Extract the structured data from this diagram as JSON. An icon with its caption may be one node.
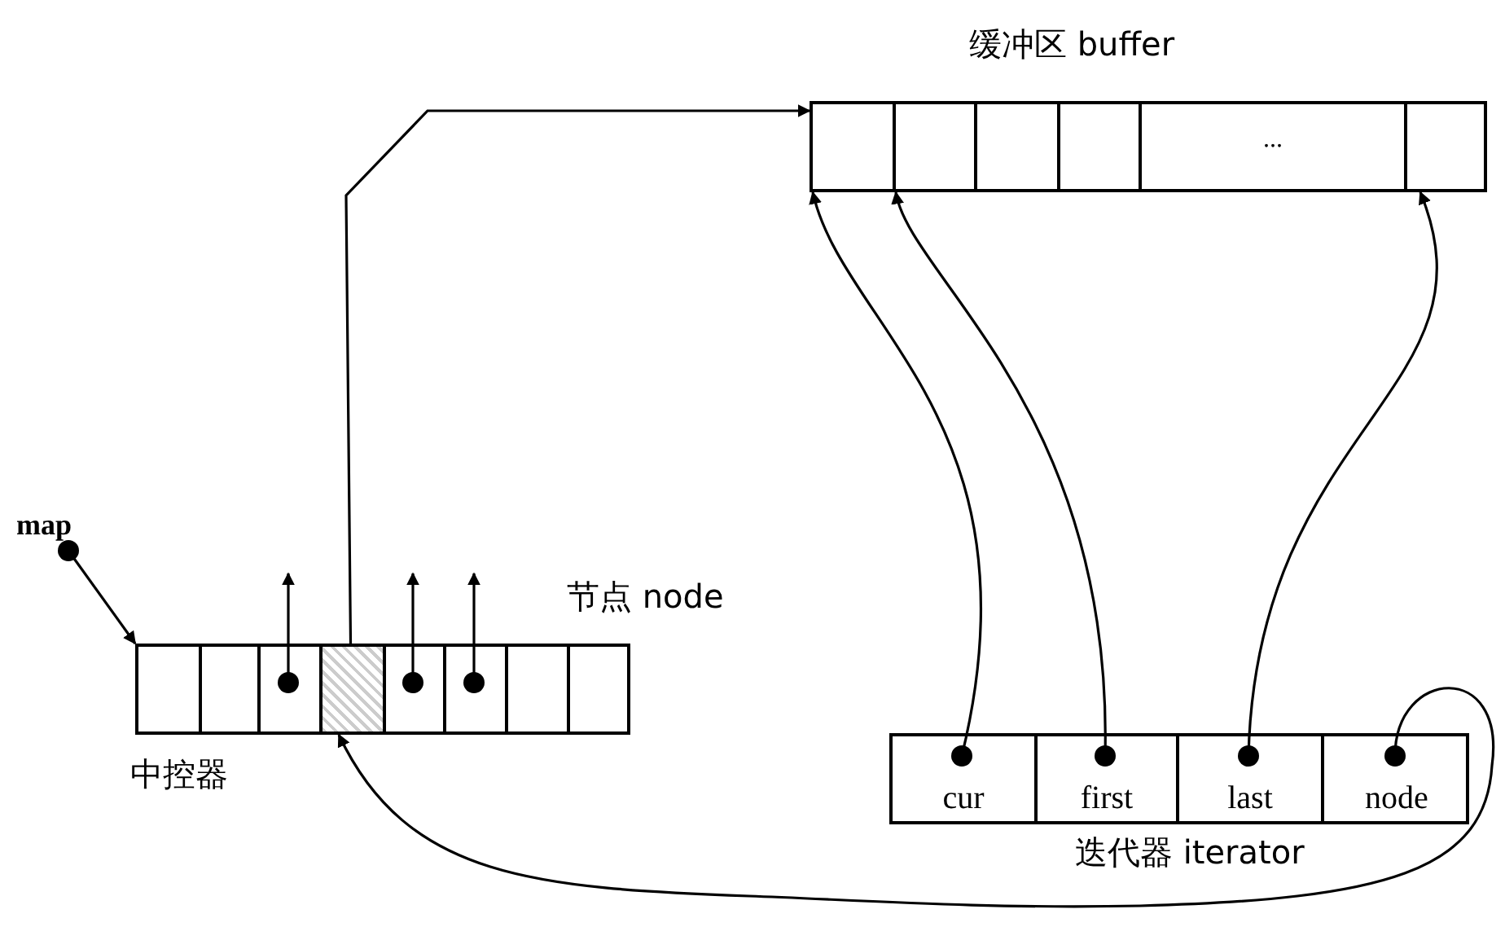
{
  "diagram": {
    "nodes": [
      {
        "text": [
          "缓冲区 buffer"
        ]
      },
      {
        "text": [],
        "shape": "box",
        "in": 0
      },
      {
        "text": [],
        "shape": "box",
        "in": 0
      },
      {
        "text": [],
        "shape": "box",
        "in": 0
      },
      {
        "text": [],
        "shape": "box",
        "in": 0
      },
      {
        "text": [
          "..."
        ],
        "in": 0
      },
      {
        "text": [],
        "shape": "box",
        "in": 0
      },
      {
        "text": [
          "map"
        ]
      },
      {
        "text": [
          "中控器"
        ]
      },
      {
        "text": [],
        "shape": "box",
        "in": 8
      },
      {
        "text": [],
        "shape": "box",
        "in": 8
      },
      {
        "text": [],
        "shape": "box",
        "in": 8
      },
      {
        "text": [],
        "shape": "box",
        "in": 8
      },
      {
        "text": [],
        "shape": "box",
        "in": 8
      },
      {
        "text": [],
        "shape": "box",
        "in": 8
      },
      {
        "text": [],
        "shape": "box",
        "in": 8
      },
      {
        "text": [],
        "shape": "box",
        "in": 8
      },
      {
        "text": [
          "迭代器 iterator"
        ]
      },
      {
        "text": [
          "cur"
        ],
        "in": 17
      },
      {
        "text": [
          "first"
        ],
        "in": 17
      },
      {
        "text": [
          "last"
        ],
        "in": 17
      },
      {
        "text": [
          "node"
        ],
        "in": 17
      }
    ],
    "edges": [
      {
        "from": 7,
        "to": 8,
        "arrow": "to"
      },
      {
        "from": 11,
        "to": null,
        "arrow": "to"
      },
      {
        "from": 12,
        "to": 0,
        "arrow": "to"
      },
      {
        "from": 13,
        "to": null,
        "arrow": "to"
      },
      {
        "from": 14,
        "to": null,
        "arrow": "to"
      },
      {
        "from": 18,
        "to": 1,
        "arrow": "to"
      },
      {
        "from": 19,
        "to": 2,
        "arrow": "to"
      },
      {
        "from": 20,
        "to": 6,
        "arrow": "to"
      },
      {
        "from": 21,
        "to": 12,
        "arrow": "to"
      }
    ],
    "labels": [
      "节点 node"
    ]
  }
}
